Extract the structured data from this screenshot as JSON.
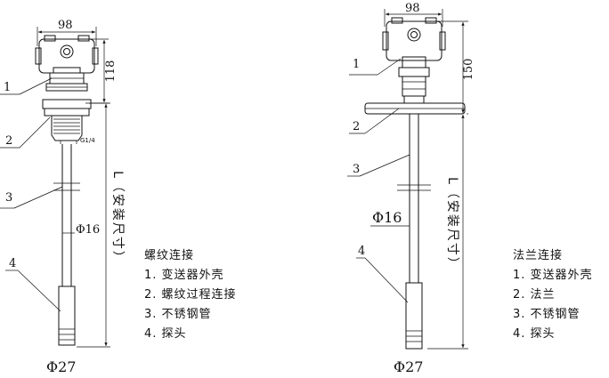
{
  "left": {
    "dim_width": "98",
    "dim_height": "118",
    "thread_label": "G1/4",
    "tube_diameter": "Φ16",
    "probe_diameter": "Φ27",
    "length_label": "L（安装尺寸）",
    "callouts": [
      "1",
      "2",
      "3",
      "4"
    ],
    "legend_title": "螺纹连接",
    "legend_items": [
      "1. 变送器外壳",
      "2. 螺纹过程连接",
      "3. 不锈钢管",
      "4. 探头"
    ]
  },
  "right": {
    "dim_width": "98",
    "dim_height": "150",
    "tube_diameter": "Φ16",
    "probe_diameter": "Φ27",
    "length_label": "L（安装尺寸）",
    "callouts": [
      "1",
      "2",
      "3",
      "4"
    ],
    "legend_title": "法兰连接",
    "legend_items": [
      "1. 变送器外壳",
      "2. 法兰",
      "3. 不锈钢管",
      "4. 探头"
    ]
  }
}
